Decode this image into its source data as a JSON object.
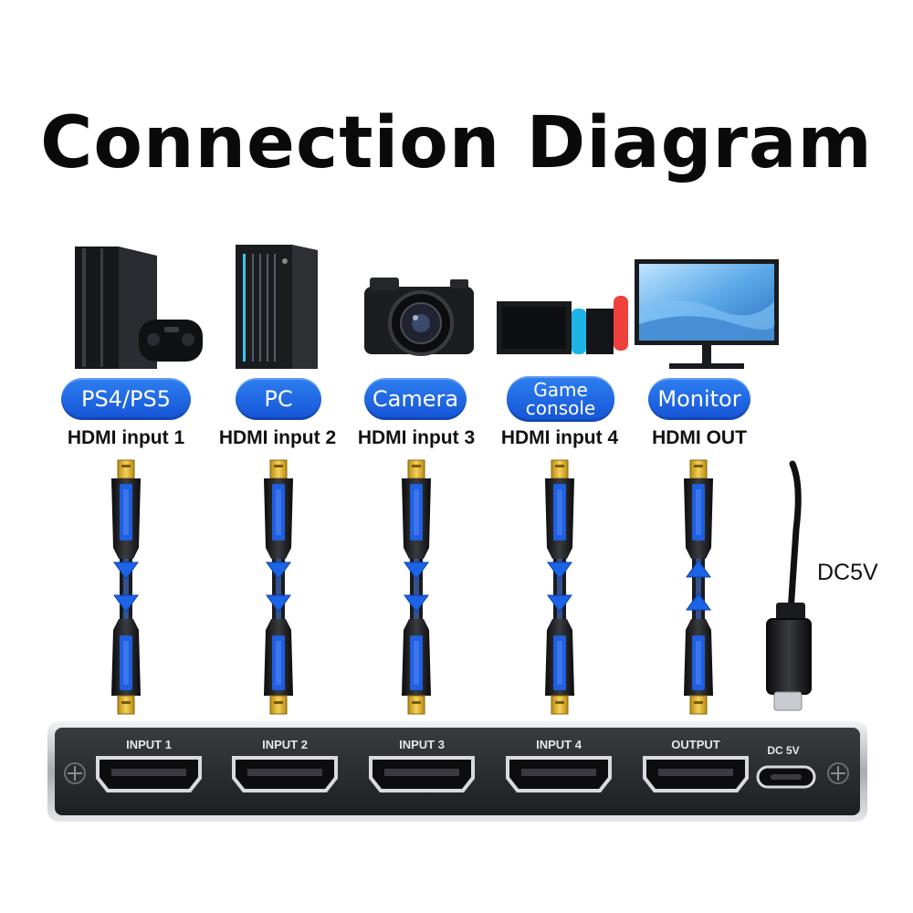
{
  "title": "Connection Diagram",
  "devices": [
    {
      "label": "PS4/PS5",
      "port": "HDMI input 1",
      "direction": "down"
    },
    {
      "label": "PC",
      "port": "HDMI input 2",
      "direction": "down"
    },
    {
      "label": "Camera",
      "port": "HDMI input 3",
      "direction": "down"
    },
    {
      "label": "Game\nconsole",
      "port": "HDMI input 4",
      "direction": "down"
    },
    {
      "label": "Monitor",
      "port": "HDMI OUT",
      "direction": "up"
    }
  ],
  "power": {
    "label": "DC5V"
  },
  "switch_box": {
    "ports": [
      "INPUT 1",
      "INPUT 2",
      "INPUT 3",
      "INPUT 4",
      "OUTPUT"
    ],
    "power_port": "DC 5V"
  },
  "colors": {
    "accent": "#1a5fe0",
    "cable_blue": "#1f5fe0",
    "gold": "#e2b528"
  }
}
